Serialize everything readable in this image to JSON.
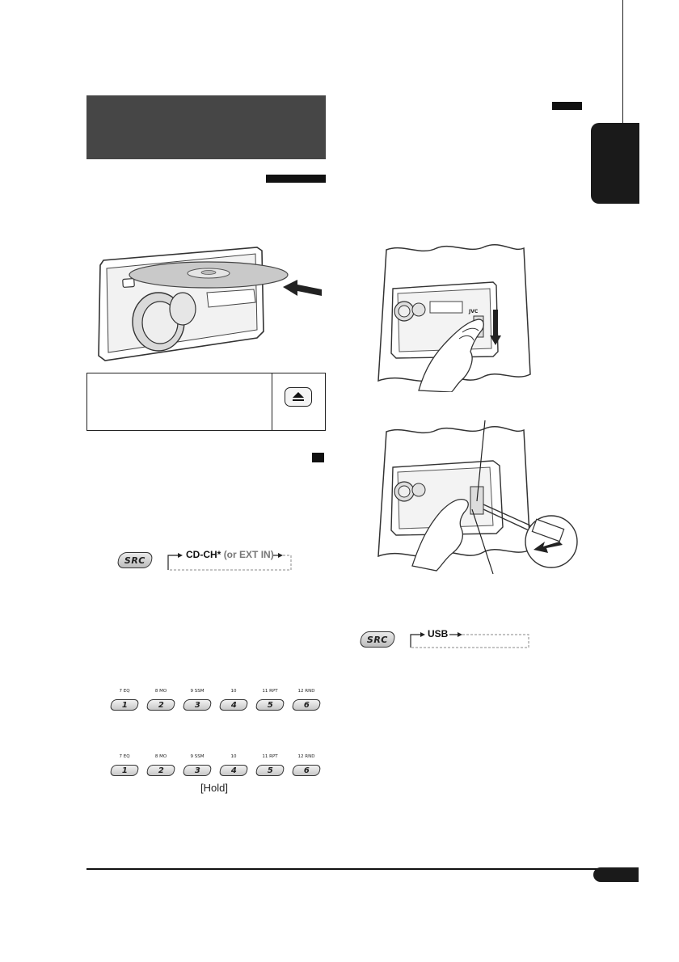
{
  "flow_cdch": {
    "main": "CD-CH*",
    "extra": "(or EXT IN)"
  },
  "flow_usb": {
    "main": "USB"
  },
  "src_button_label": "SRC",
  "eject_icon": "eject-icon",
  "number_buttons": [
    "1",
    "2",
    "3",
    "4",
    "5",
    "6"
  ],
  "number_button_labels": [
    "7  EQ",
    "8  MO",
    "9  SSM",
    "10",
    "11  RPT",
    "12  RND"
  ],
  "hold_text": "[Hold]",
  "jvc_logo": "JVC",
  "colors": {
    "title_block": "#464646",
    "black": "#111111",
    "dashed": "#888888"
  }
}
